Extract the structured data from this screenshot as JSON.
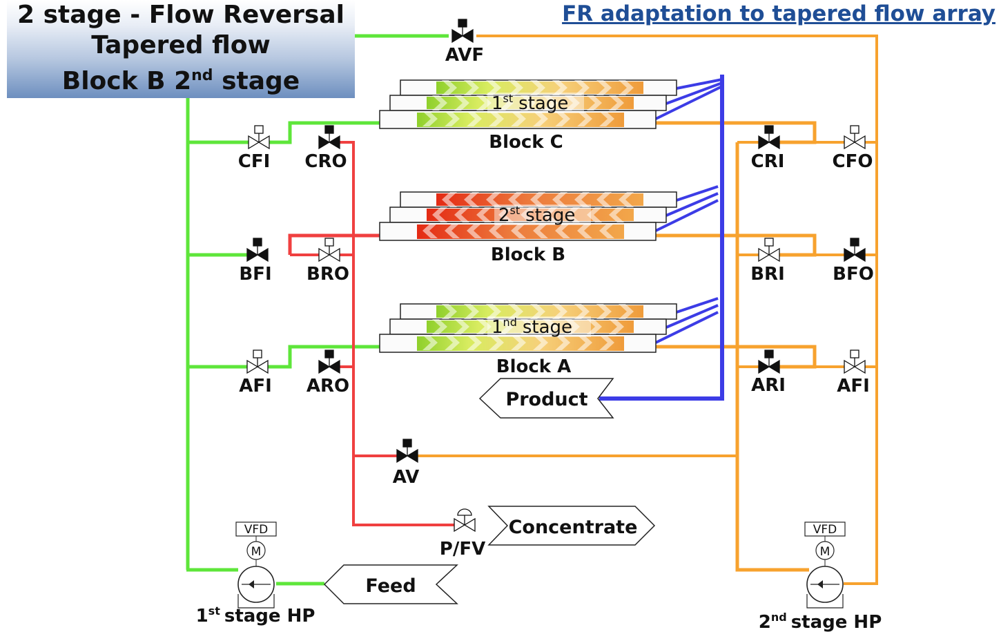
{
  "title": {
    "line1": "2 stage - Flow Reversal",
    "line2": "Tapered flow",
    "line3_pre": "Block B 2",
    "line3_sup": "nd",
    "line3_post": " stage"
  },
  "link_text": "FR adaptation to tapered flow array",
  "colors": {
    "feed_green": "#5ee63a",
    "concentrate_red": "#f04040",
    "second_stage_orange": "#f7a22e",
    "product_blue": "#3c3ce6",
    "title_box": "#6d8fbf"
  },
  "blocks": [
    {
      "id": "c",
      "name": "Block C",
      "stage_num": "1",
      "stage_sup": "st",
      "stage_word": "stage",
      "stage_kind": "first"
    },
    {
      "id": "b",
      "name": "Block B",
      "stage_num": "2",
      "stage_sup": "st",
      "stage_word": "stage",
      "stage_kind": "second"
    },
    {
      "id": "a",
      "name": "Block A",
      "stage_num": "1",
      "stage_sup": "nd",
      "stage_word": "stage",
      "stage_kind": "first"
    }
  ],
  "valves": [
    {
      "id": "avf",
      "label": "AVF",
      "state": "closed"
    },
    {
      "id": "cfi",
      "label": "CFI",
      "state": "open"
    },
    {
      "id": "cro",
      "label": "CRO",
      "state": "closed"
    },
    {
      "id": "cri",
      "label": "CRI",
      "state": "closed"
    },
    {
      "id": "cfo",
      "label": "CFO",
      "state": "open"
    },
    {
      "id": "bfi",
      "label": "BFI",
      "state": "closed"
    },
    {
      "id": "bro",
      "label": "BRO",
      "state": "open"
    },
    {
      "id": "bri",
      "label": "BRI",
      "state": "open"
    },
    {
      "id": "bfo",
      "label": "BFO",
      "state": "closed"
    },
    {
      "id": "afi_left",
      "label": "AFI",
      "state": "open"
    },
    {
      "id": "aro",
      "label": "ARO",
      "state": "closed"
    },
    {
      "id": "ari",
      "label": "ARI",
      "state": "closed"
    },
    {
      "id": "afi_right",
      "label": "AFI",
      "state": "open"
    },
    {
      "id": "av",
      "label": "AV",
      "state": "closed"
    },
    {
      "id": "pfv",
      "label": "P/FV",
      "state": "open"
    }
  ],
  "streams": {
    "product": "Product",
    "concentrate": "Concentrate",
    "feed": "Feed"
  },
  "pumps": [
    {
      "id": "hp1",
      "vfd": "VFD",
      "motor": "M",
      "num": "1",
      "sup": "st",
      "word": "stage HP"
    },
    {
      "id": "hp2",
      "vfd": "VFD",
      "motor": "M",
      "num": "2",
      "sup": "nd",
      "word": "stage HP"
    }
  ],
  "icons": [
    "valve-icon",
    "control-valve-icon",
    "pump-icon",
    "motor-icon",
    "flow-arrow-icon"
  ]
}
